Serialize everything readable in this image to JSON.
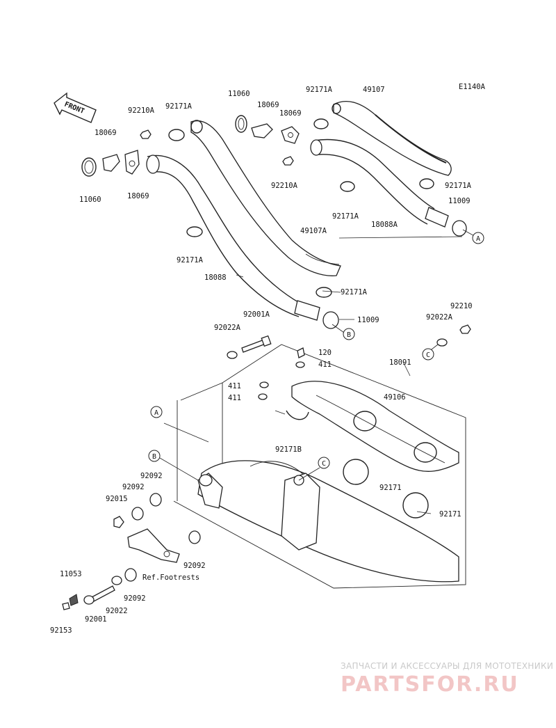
{
  "diagram_code": "E1140A",
  "front_label": "FRONT",
  "reference_note": "Ref.Footrests",
  "callouts": {
    "a": "A",
    "b": "B",
    "c": "C"
  },
  "parts": {
    "p18069_a": "18069",
    "p11060_a": "11060",
    "p92210a_a": "92210A",
    "p92171a_a": "92171A",
    "p18069_b": "18069",
    "p11060_b": "11060",
    "p18069_c": "18069",
    "p18069_d": "18069",
    "p92171a_b": "92171A",
    "p49107": "49107",
    "p92210a_b": "92210A",
    "p92171a_c": "92171A",
    "p92171a_d": "92171A",
    "p11009_a": "11009",
    "p18088a": "18088A",
    "p49107a": "49107A",
    "p92171a_e": "92171A",
    "p18088": "18088",
    "p92171a_f": "92171A",
    "p11009_b": "11009",
    "p92001a": "92001A",
    "p92022a_a": "92022A",
    "p92210": "92210",
    "p92022a_b": "92022A",
    "p120": "120",
    "p411_a": "411",
    "p18091": "18091",
    "p411_b": "411",
    "p411_c": "411",
    "p49106": "49106",
    "p92171b": "92171B",
    "p92092_a": "92092",
    "p92092_b": "92092",
    "p92015": "92015",
    "p92171_a": "92171",
    "p92171_b": "92171",
    "p92092_c": "92092",
    "p11053": "11053",
    "p92092_d": "92092",
    "p92022": "92022",
    "p92001": "92001",
    "p92153": "92153"
  },
  "watermark": {
    "tagline": "ЗАПЧАСТИ И АКСЕССУАРЫ ДЛЯ МОТОТЕХНИКИ",
    "brand": "PARTSFOR.RU"
  }
}
